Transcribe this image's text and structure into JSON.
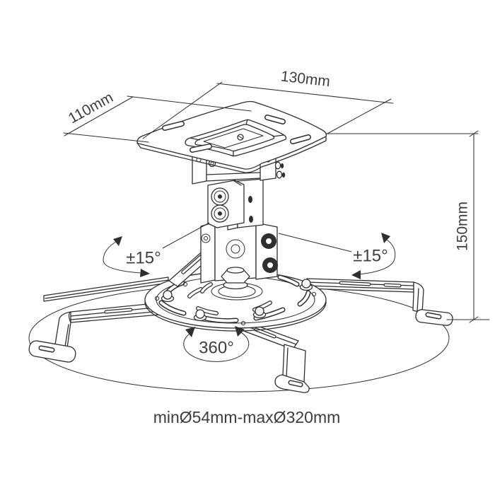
{
  "diagram": {
    "colors": {
      "ink": "#2f2f2f",
      "text": "#3d3d3d",
      "background": "#ffffff"
    },
    "dimensions": {
      "plate_width": "130mm",
      "plate_depth": "110mm",
      "height": "150mm",
      "tilt_left": "±15°",
      "tilt_right": "±15°",
      "rotation": "360°",
      "base_range": "minØ54mm-maxØ320mm"
    }
  }
}
